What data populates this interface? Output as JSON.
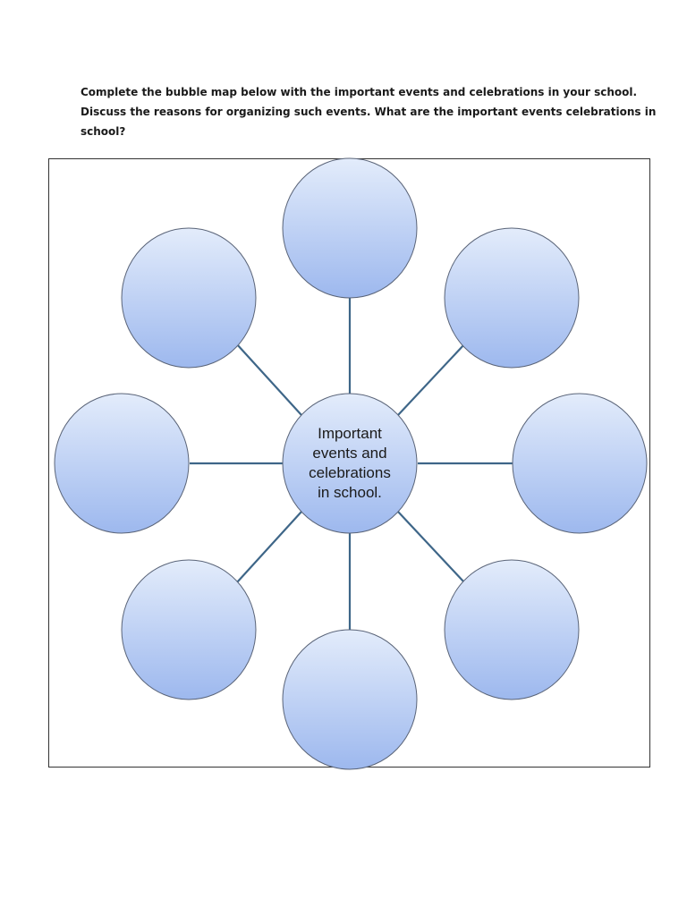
{
  "instructions": {
    "line1": "Complete the bubble map below with the important events and celebrations in your school.",
    "line2": "Discuss the reasons for organizing such events. What are the important events celebrations in",
    "line3": "school?"
  },
  "bubble_map": {
    "center_lines": [
      "Important",
      "events and",
      "celebrations",
      "in school."
    ],
    "outer_bubbles": [
      "",
      "",
      "",
      "",
      "",
      "",
      "",
      ""
    ]
  },
  "colors": {
    "bubble_top": "#e3ecfb",
    "bubble_bottom": "#9db8ee",
    "bubble_stroke": "#5a6478",
    "connector": "#3e6688",
    "frame_border": "#333333"
  }
}
